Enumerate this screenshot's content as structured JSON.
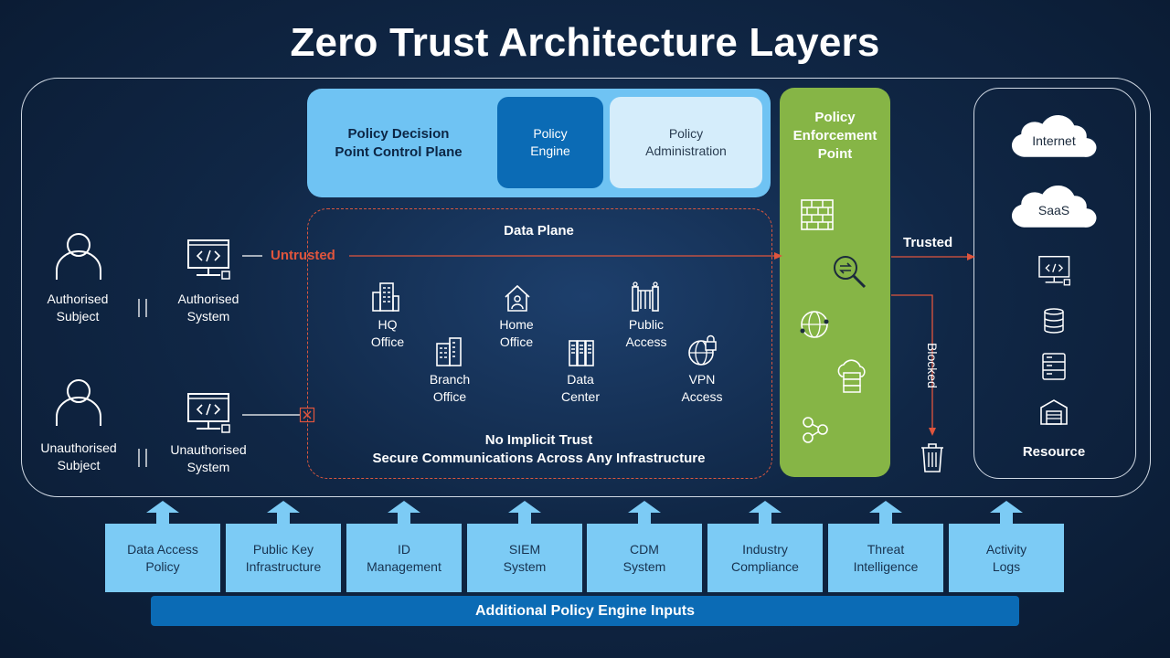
{
  "title": "Zero Trust Architecture Layers",
  "subjects": {
    "authorised_subject": "Authorised\nSubject",
    "authorised_system": "Authorised\nSystem",
    "unauthorised_subject": "Unauthorised\nSubject",
    "unauthorised_system": "Unauthorised\nSystem",
    "untrusted_label": "Untrusted"
  },
  "control_plane": {
    "label": "Policy Decision\nPoint Control Plane",
    "policy_engine": "Policy\nEngine",
    "policy_administration": "Policy\nAdministration"
  },
  "data_plane": {
    "title": "Data Plane",
    "locations": [
      {
        "label": "HQ\nOffice",
        "icon": "office-building-icon"
      },
      {
        "label": "Branch\nOffice",
        "icon": "branch-building-icon"
      },
      {
        "label": "Home\nOffice",
        "icon": "home-office-icon"
      },
      {
        "label": "Data\nCenter",
        "icon": "data-center-icon"
      },
      {
        "label": "Public\nAccess",
        "icon": "public-gate-icon"
      },
      {
        "label": "VPN\nAccess",
        "icon": "vpn-globe-lock-icon"
      }
    ],
    "footer_line1": "No Implicit Trust",
    "footer_line2": "Secure Communications Across Any Infrastructure"
  },
  "enforcement": {
    "label": "Policy\nEnforcement\nPoint",
    "icons": [
      "firewall-icon",
      "inspection-magnifier-icon",
      "network-globe-icon",
      "cloud-server-icon",
      "share-nodes-icon"
    ],
    "trusted_label": "Trusted",
    "blocked_label": "Blocked"
  },
  "resources": {
    "internet": "Internet",
    "saas": "SaaS",
    "icons": [
      "computer-code-icon",
      "database-icon",
      "server-rack-icon",
      "warehouse-icon"
    ],
    "label": "Resource"
  },
  "inputs": {
    "items": [
      "Data Access\nPolicy",
      "Public Key\nInfrastructure",
      "ID\nManagement",
      "SIEM\nSystem",
      "CDM\nSystem",
      "Industry\nCompliance",
      "Threat\nIntelligence",
      "Activity\nLogs"
    ],
    "bar_label": "Additional Policy Engine Inputs"
  },
  "colors": {
    "background": "#102746",
    "control_plane": "#6fc3f3",
    "policy_engine": "#0b6bb5",
    "policy_admin": "#d5edfb",
    "enforcement": "#86b546",
    "untrusted": "#e0553d",
    "input_boxes": "#7ccbf5"
  }
}
